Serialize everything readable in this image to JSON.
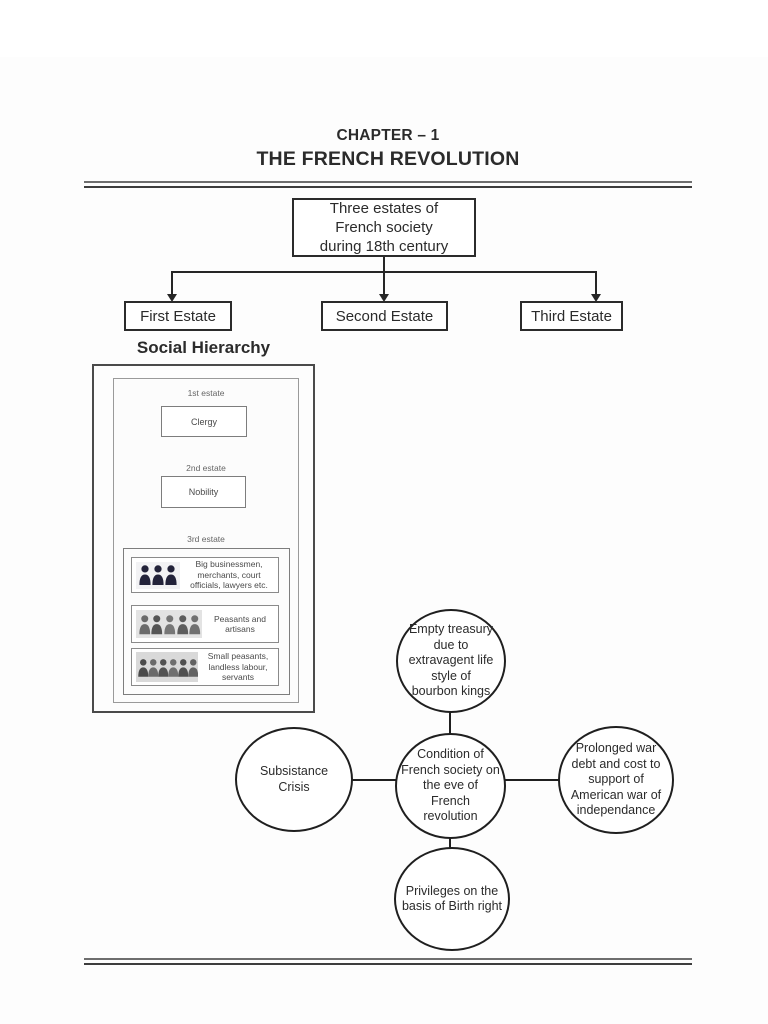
{
  "header": {
    "chapter": "CHAPTER – 1",
    "title": "THE FRENCH REVOLUTION"
  },
  "estates_tree": {
    "root_lines": [
      "Three estates of",
      "French society",
      "during 18th century"
    ],
    "children": [
      {
        "label": "First Estate"
      },
      {
        "label": "Second Estate"
      },
      {
        "label": "Third Estate"
      }
    ]
  },
  "social_hierarchy": {
    "heading": "Social Hierarchy",
    "first_estate_label": "1st estate",
    "first_estate_box": "Clergy",
    "second_estate_label": "2nd estate",
    "second_estate_box": "Nobility",
    "third_estate_label": "3rd estate",
    "third_estate_classes": [
      {
        "icon": "people-group-image",
        "lines": [
          "Big businessmen,",
          "merchants, court",
          "officials, lawyers etc."
        ]
      },
      {
        "icon": "people-group-image",
        "lines": [
          "Peasants and",
          "artisans"
        ]
      },
      {
        "icon": "people-group-image",
        "lines": [
          "Small peasants,",
          "landless labour,",
          "servants"
        ]
      }
    ]
  },
  "concept_map": {
    "top_lines": [
      "Empty treasury",
      "due to",
      "extravagent life",
      "style of",
      "bourbon kings"
    ],
    "left_lines": [
      "Subsistance",
      "Crisis"
    ],
    "center_lines": [
      "Condition of",
      "French society on",
      "the eve of",
      "French",
      "revolution"
    ],
    "right_lines": [
      "Prolonged war",
      "debt and cost to",
      "support of",
      "American war of",
      "independance"
    ],
    "bottom_lines": [
      "Privileges on the",
      "basis of Birth right"
    ]
  },
  "colors": {
    "ink": "#2b2b2b",
    "diagram_line": "#1f1f1f",
    "figure_border": "#8a8a8a"
  }
}
